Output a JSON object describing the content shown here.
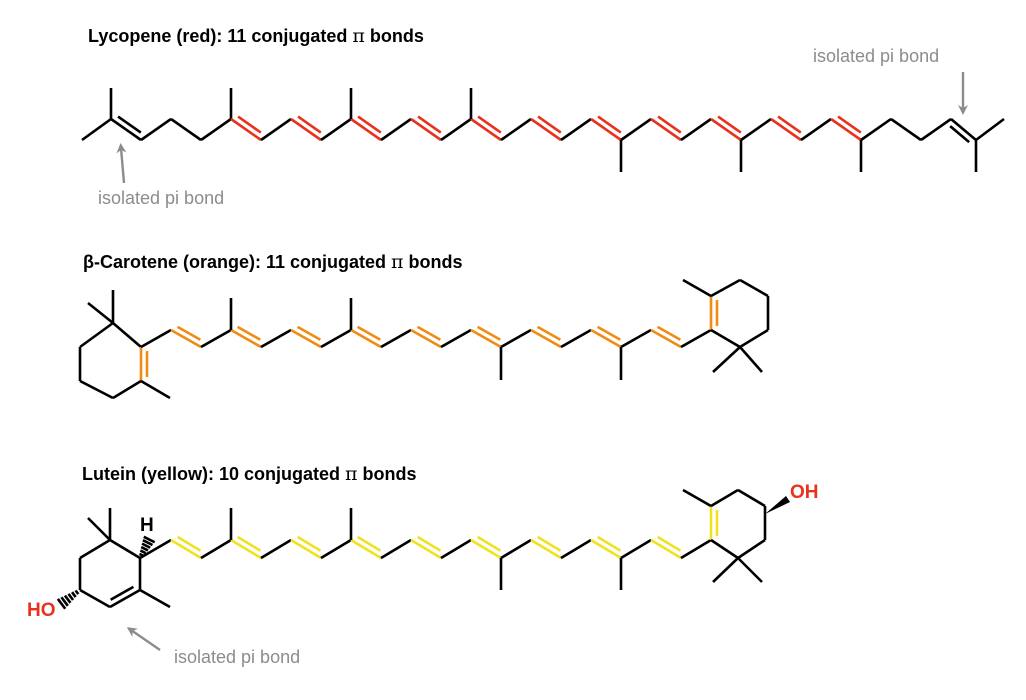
{
  "molecules": [
    {
      "key": "lycopene",
      "name": "Lycopene (red)",
      "title_prefix": "Lycopene (red): 11 conjugated ",
      "title_pi": "π",
      "title_suffix": " bonds",
      "conjugated_count": 11,
      "highlight_color": "#e8321e",
      "isolated_labels": [
        "isolated pi bond",
        "isolated pi bond"
      ]
    },
    {
      "key": "beta-carotene",
      "name": "β-Carotene (orange)",
      "title_prefix": "β-Carotene (orange): 11 conjugated  ",
      "title_pi": "π",
      "title_suffix": " bonds",
      "conjugated_count": 11,
      "highlight_color": "#f08c14",
      "isolated_labels": []
    },
    {
      "key": "lutein",
      "name": "Lutein (yellow)",
      "title_prefix": "Lutein (yellow): 10 conjugated ",
      "title_pi": "π",
      "title_suffix": " bonds",
      "conjugated_count": 10,
      "highlight_color": "#f2e11e",
      "isolated_labels": [
        "isolated pi bond"
      ],
      "atoms": {
        "oh_right": "OH",
        "ho_left": "HO",
        "h_top": "H"
      },
      "atom_color": "#e8321e"
    }
  ],
  "colors": {
    "bond": "#000000",
    "annotation": "#8c8c8c"
  }
}
